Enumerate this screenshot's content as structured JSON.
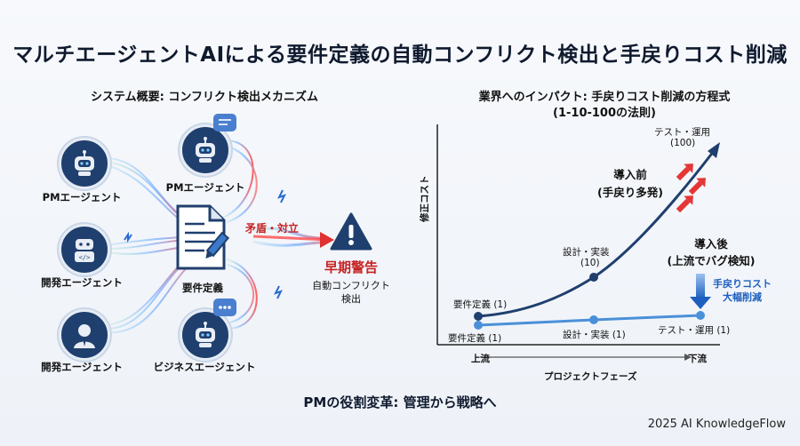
{
  "title": "マルチエージェントAIによる要件定義の自動コンフリクト検出と手戻りコスト削減",
  "left": {
    "section_title": "システム概要: コンフリクト検出メカニズム",
    "agents": [
      {
        "label": "PMエージェント",
        "icon": "robot-icon"
      },
      {
        "label": "開発エージェント",
        "icon": "robot-code-icon"
      },
      {
        "label": "開発エージェント",
        "icon": "person-icon"
      },
      {
        "label": "PMエージェント",
        "icon": "robot-icon"
      },
      {
        "label": "ビジネスエージェント",
        "icon": "robot-icon"
      }
    ],
    "document_label": "要件定義",
    "conflict_label": "矛盾・対立",
    "warning_title": "早期警告",
    "warning_sub_1": "自動コンフリクト",
    "warning_sub_2": "検出",
    "colors": {
      "navy": "#1f3f6e",
      "red": "#d42a2a",
      "accent_blue": "#2a6bd1"
    }
  },
  "right": {
    "section_title_1": "業界へのインパクト: 手戻りコスト削減の方程式",
    "section_title_2": "(1-10-100の法則)",
    "y_axis_label": "修正コスト",
    "x_axis_label": "プロジェクトフェーズ",
    "x_start": "上流",
    "x_end": "下流",
    "before_label_1": "導入前",
    "before_label_2": "(手戻り多発)",
    "after_label_1": "導入後",
    "after_label_2": "(上流でバグ検知)",
    "reduction_1": "手戻りコスト",
    "reduction_2": "大幅削減",
    "points_before": [
      {
        "label": "要件定義 (1)",
        "cost": 1
      },
      {
        "label": "設計・実装\n(10)",
        "cost": 10
      },
      {
        "label": "テスト・運用\n(100)",
        "cost": 100
      }
    ],
    "points_after": [
      {
        "label": "要件定義 (1)",
        "cost": 1
      },
      {
        "label": "設計・実装 (1)",
        "cost": 1
      },
      {
        "label": "テスト・運用 (1)",
        "cost": 1
      }
    ],
    "labels": {
      "before_req": "要件定義 (1)",
      "before_design_1": "設計・実装",
      "before_design_2": "(10)",
      "before_test_1": "テスト・運用",
      "before_test_2": "(100)",
      "after_req": "要件定義 (1)",
      "after_design": "設計・実装 (1)",
      "after_test": "テスト・運用 (1)"
    }
  },
  "bottom_text": "PMの役割変革: 管理から戦略へ",
  "footer": "2025 AI KnowledgeFlow"
}
